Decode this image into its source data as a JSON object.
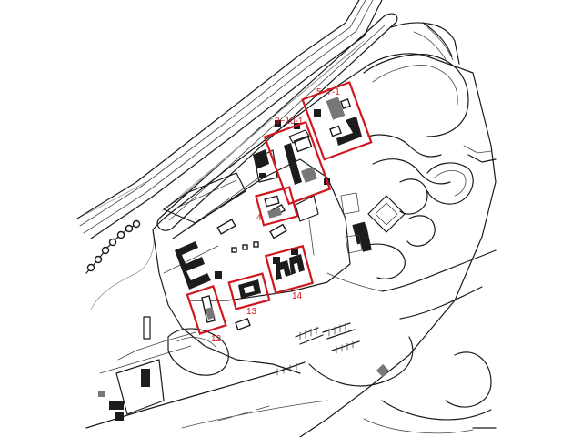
{
  "map": {
    "highlight_color": "#d0181f",
    "line_color": "#1a1a1a",
    "background": "#ffffff"
  },
  "zones": [
    {
      "id": "zone-5-7-1",
      "label": "5~7-1"
    },
    {
      "id": "zone-8-10-1",
      "label": "8~10-1"
    },
    {
      "id": "zone-4",
      "label": "4"
    },
    {
      "id": "zone-14",
      "label": "14"
    },
    {
      "id": "zone-13",
      "label": "13"
    },
    {
      "id": "zone-12",
      "label": "12"
    }
  ]
}
